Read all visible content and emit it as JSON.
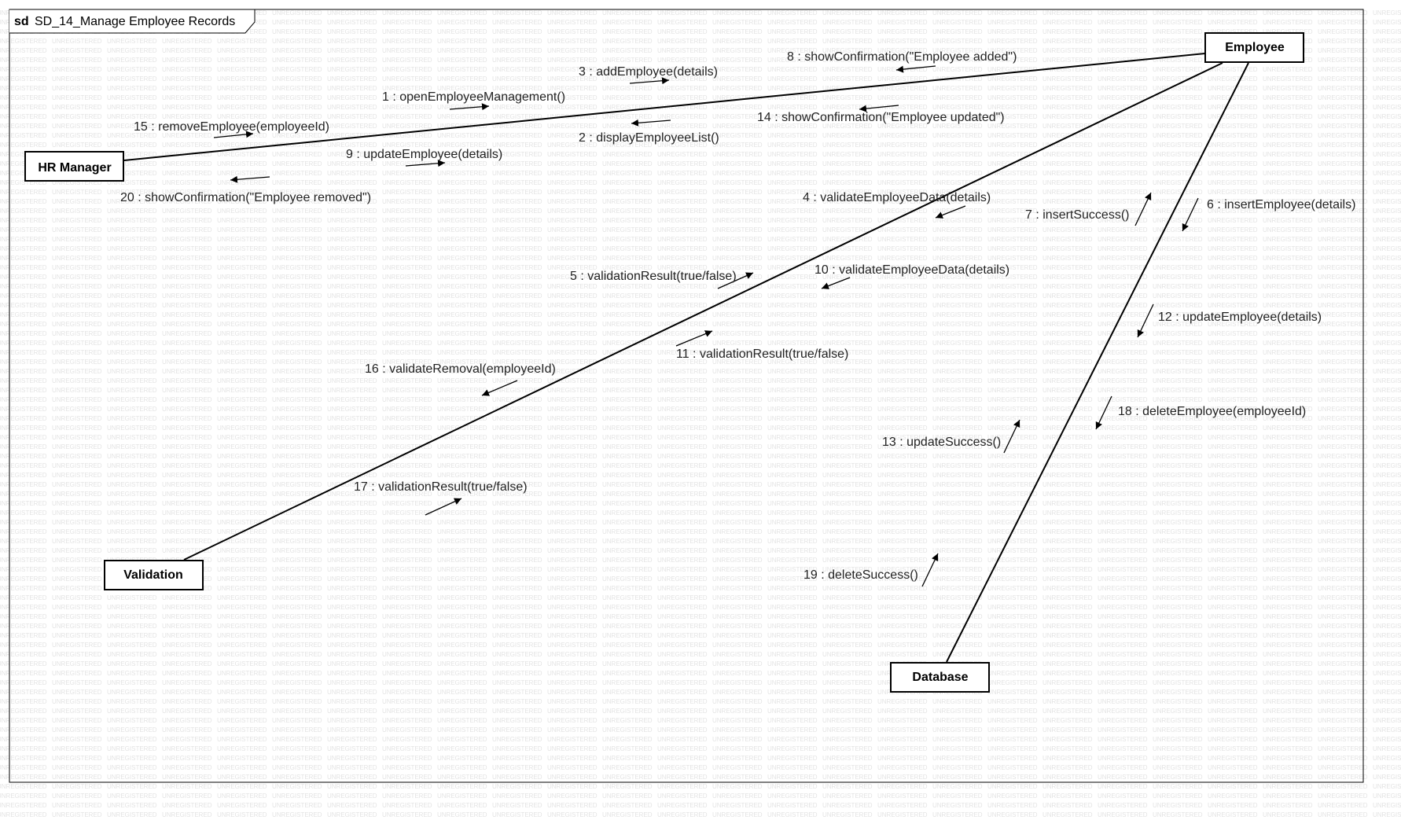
{
  "frame": {
    "keyword": "sd",
    "title": "SD_14_Manage Employee Records"
  },
  "watermark": "UNREGISTERED",
  "objects": {
    "hr_manager": "HR Manager",
    "employee": "Employee",
    "validation": "Validation",
    "database": "Database"
  },
  "messages": [
    "1 : openEmployeeManagement()",
    "2 : displayEmployeeList()",
    "3 : addEmployee(details)",
    "4 : validateEmployeeData(details)",
    "5 : validationResult(true/false)",
    "6 : insertEmployee(details)",
    "7 : insertSuccess()",
    "8 : showConfirmation(\"Employee added\")",
    "9 : updateEmployee(details)",
    "10 : validateEmployeeData(details)",
    "11 : validationResult(true/false)",
    "12 : updateEmployee(details)",
    "13 : updateSuccess()",
    "14 : showConfirmation(\"Employee updated\")",
    "15 : removeEmployee(employeeId)",
    "16 : validateRemoval(employeeId)",
    "17 : validationResult(true/false)",
    "18 : deleteEmployee(employeeId)",
    "19 : deleteSuccess()",
    "20 : showConfirmation(\"Employee removed\")"
  ]
}
